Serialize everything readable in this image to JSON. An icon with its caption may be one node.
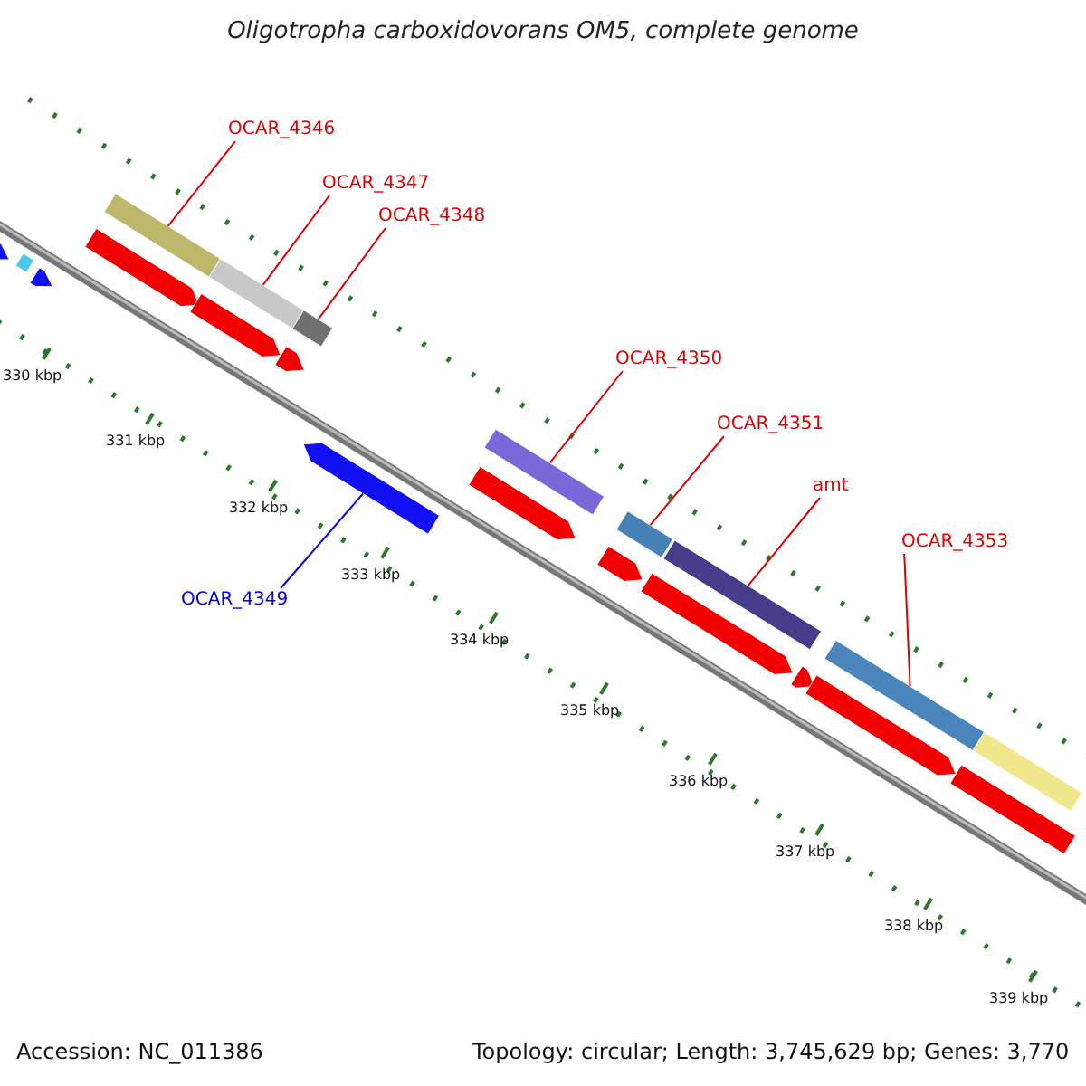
{
  "diagram": {
    "title": "Oligotropha carboxidovorans OM5, complete genome",
    "nodes": [
      {
        "text": [
          "OCAR_4346"
        ]
      },
      {
        "text": [],
        "shape": "bar"
      },
      {
        "text": [
          "OCAR_4347"
        ]
      },
      {
        "text": [],
        "shape": "bar"
      },
      {
        "text": [
          "OCAR_4348"
        ]
      },
      {
        "text": [],
        "shape": "bar"
      },
      {
        "text": [
          "OCAR_4350"
        ]
      },
      {
        "text": [],
        "shape": "bar"
      },
      {
        "text": [
          "OCAR_4351"
        ]
      },
      {
        "text": [],
        "shape": "bar"
      },
      {
        "text": [
          "amt"
        ]
      },
      {
        "text": [],
        "shape": "bar"
      },
      {
        "text": [
          "OCAR_4353"
        ]
      },
      {
        "text": [],
        "shape": "bar"
      },
      {
        "text": [
          "OCAR_4349"
        ]
      },
      {
        "text": [],
        "shape": "bar"
      },
      {
        "text": [],
        "shape": "bar"
      },
      {
        "text": [],
        "shape": "bar"
      },
      {
        "text": [],
        "shape": "bar"
      },
      {
        "text": [],
        "shape": "bar"
      },
      {
        "text": [],
        "shape": "bar"
      },
      {
        "text": [],
        "shape": "bar"
      },
      {
        "text": [],
        "shape": "bar"
      },
      {
        "text": [],
        "shape": "bar"
      },
      {
        "text": [],
        "shape": "bar"
      },
      {
        "text": [],
        "shape": "bar"
      },
      {
        "text": [],
        "shape": "bar"
      },
      {
        "text": [],
        "shape": "bar"
      },
      {
        "text": [],
        "shape": "bar"
      }
    ],
    "edges": [
      {
        "from": 0,
        "to": 1,
        "arrow": "none"
      },
      {
        "from": 2,
        "to": 3,
        "arrow": "none"
      },
      {
        "from": 4,
        "to": 5,
        "arrow": "none"
      },
      {
        "from": 6,
        "to": 7,
        "arrow": "none"
      },
      {
        "from": 8,
        "to": 9,
        "arrow": "none"
      },
      {
        "from": 10,
        "to": 11,
        "arrow": "none"
      },
      {
        "from": 12,
        "to": 13,
        "arrow": "none"
      },
      {
        "from": 14,
        "to": 15,
        "arrow": "none",
        "color": "#0000e0"
      }
    ],
    "labels": [
      "330 kbp",
      "331 kbp",
      "332 kbp",
      "333 kbp",
      "334 kbp",
      "335 kbp",
      "336 kbp",
      "337 kbp",
      "338 kbp",
      "339 kbp",
      "Accession: NC_011386",
      "Topology: circular; Length: 3,745,629 bp; Genes: 3,770"
    ]
  }
}
